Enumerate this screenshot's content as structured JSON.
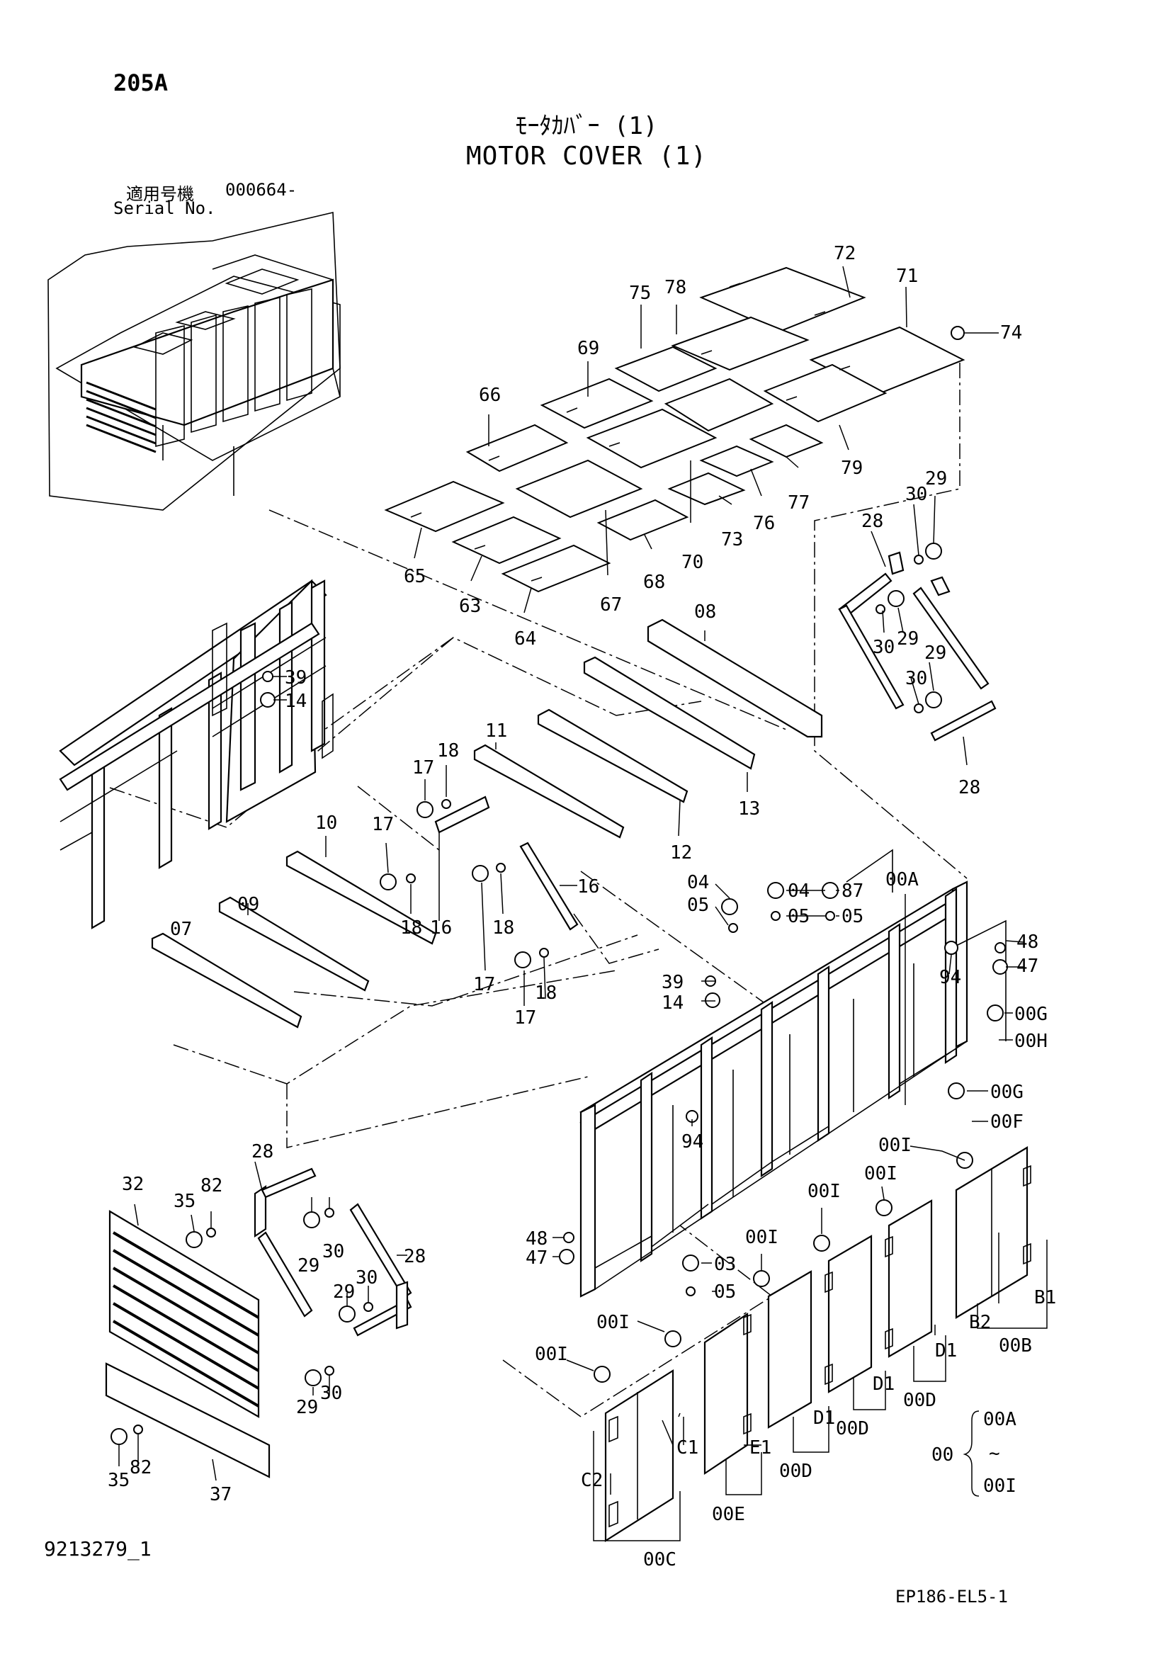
{
  "header": {
    "page_number": "205A",
    "title_jp": "ﾓｰﾀｶﾊﾞｰ (1)",
    "title_en": "MOTOR COVER (1)",
    "serial_label_jp": "適用号機",
    "serial_value": "000664-",
    "serial_label_en": "Serial No."
  },
  "footer": {
    "drawing_number": "9213279_1",
    "code": "EP186-EL5-1"
  },
  "callouts": [
    {
      "id": "72",
      "label": "72"
    },
    {
      "id": "71",
      "label": "71"
    },
    {
      "id": "74",
      "label": "74"
    },
    {
      "id": "75",
      "label": "75"
    },
    {
      "id": "78",
      "label": "78"
    },
    {
      "id": "69",
      "label": "69"
    },
    {
      "id": "66",
      "label": "66"
    },
    {
      "id": "79",
      "label": "79"
    },
    {
      "id": "77",
      "label": "77"
    },
    {
      "id": "76",
      "label": "76"
    },
    {
      "id": "73",
      "label": "73"
    },
    {
      "id": "70",
      "label": "70"
    },
    {
      "id": "68",
      "label": "68"
    },
    {
      "id": "67",
      "label": "67"
    },
    {
      "id": "65",
      "label": "65"
    },
    {
      "id": "63",
      "label": "63"
    },
    {
      "id": "64",
      "label": "64"
    },
    {
      "id": "29a",
      "label": "29"
    },
    {
      "id": "30a",
      "label": "30"
    },
    {
      "id": "28a",
      "label": "28"
    },
    {
      "id": "30b",
      "label": "30"
    },
    {
      "id": "29b",
      "label": "29"
    },
    {
      "id": "29c",
      "label": "29"
    },
    {
      "id": "30c",
      "label": "30"
    },
    {
      "id": "28b",
      "label": "28"
    },
    {
      "id": "08",
      "label": "08"
    },
    {
      "id": "39a",
      "label": "39"
    },
    {
      "id": "14a",
      "label": "14"
    },
    {
      "id": "11",
      "label": "11"
    },
    {
      "id": "13",
      "label": "13"
    },
    {
      "id": "12",
      "label": "12"
    },
    {
      "id": "17a",
      "label": "17"
    },
    {
      "id": "18a",
      "label": "18"
    },
    {
      "id": "10",
      "label": "10"
    },
    {
      "id": "17b",
      "label": "17"
    },
    {
      "id": "18b",
      "label": "18"
    },
    {
      "id": "16a",
      "label": "16"
    },
    {
      "id": "18c",
      "label": "18"
    },
    {
      "id": "17c",
      "label": "17"
    },
    {
      "id": "16b",
      "label": "16"
    },
    {
      "id": "09",
      "label": "09"
    },
    {
      "id": "07",
      "label": "07"
    },
    {
      "id": "17d",
      "label": "17"
    },
    {
      "id": "18d",
      "label": "18"
    },
    {
      "id": "04a",
      "label": "04"
    },
    {
      "id": "05a",
      "label": "05"
    },
    {
      "id": "04b",
      "label": "04"
    },
    {
      "id": "87",
      "label": "87"
    },
    {
      "id": "05b",
      "label": "05"
    },
    {
      "id": "05c",
      "label": "05"
    },
    {
      "id": "00A",
      "label": "00A"
    },
    {
      "id": "48a",
      "label": "48"
    },
    {
      "id": "94a",
      "label": "94"
    },
    {
      "id": "47a",
      "label": "47"
    },
    {
      "id": "39b",
      "label": "39"
    },
    {
      "id": "14b",
      "label": "14"
    },
    {
      "id": "00Ga",
      "label": "00G"
    },
    {
      "id": "00H",
      "label": "00H"
    },
    {
      "id": "00Gb",
      "label": "00G"
    },
    {
      "id": "00F",
      "label": "00F"
    },
    {
      "id": "94b",
      "label": "94"
    },
    {
      "id": "00Ia",
      "label": "00I"
    },
    {
      "id": "00Ib",
      "label": "00I"
    },
    {
      "id": "00Ic",
      "label": "00I"
    },
    {
      "id": "00Id",
      "label": "00I"
    },
    {
      "id": "00Ie",
      "label": "00I"
    },
    {
      "id": "00If",
      "label": "00I"
    },
    {
      "id": "28c",
      "label": "28"
    },
    {
      "id": "32",
      "label": "32"
    },
    {
      "id": "35a",
      "label": "35"
    },
    {
      "id": "82a",
      "label": "82"
    },
    {
      "id": "29d",
      "label": "29"
    },
    {
      "id": "30d",
      "label": "30"
    },
    {
      "id": "28d",
      "label": "28"
    },
    {
      "id": "29e",
      "label": "29"
    },
    {
      "id": "30e",
      "label": "30"
    },
    {
      "id": "48b",
      "label": "48"
    },
    {
      "id": "47b",
      "label": "47"
    },
    {
      "id": "03",
      "label": "03"
    },
    {
      "id": "05d",
      "label": "05"
    },
    {
      "id": "29f",
      "label": "29"
    },
    {
      "id": "30f",
      "label": "30"
    },
    {
      "id": "35b",
      "label": "35"
    },
    {
      "id": "82b",
      "label": "82"
    },
    {
      "id": "37",
      "label": "37"
    },
    {
      "id": "C1",
      "label": "C1"
    },
    {
      "id": "C2",
      "label": "C2"
    },
    {
      "id": "00C",
      "label": "00C"
    },
    {
      "id": "E1",
      "label": "E1"
    },
    {
      "id": "00E",
      "label": "00E"
    },
    {
      "id": "D1a",
      "label": "D1"
    },
    {
      "id": "00Da",
      "label": "00D"
    },
    {
      "id": "D1b",
      "label": "D1"
    },
    {
      "id": "00Db",
      "label": "00D"
    },
    {
      "id": "D1c",
      "label": "D1"
    },
    {
      "id": "00Dc",
      "label": "00D"
    },
    {
      "id": "B1",
      "label": "B1"
    },
    {
      "id": "B2",
      "label": "B2"
    },
    {
      "id": "00B",
      "label": "00B"
    }
  ],
  "legend": {
    "prefix": "00",
    "range_start": "00A",
    "range_sep": "~",
    "range_end": "00I"
  }
}
